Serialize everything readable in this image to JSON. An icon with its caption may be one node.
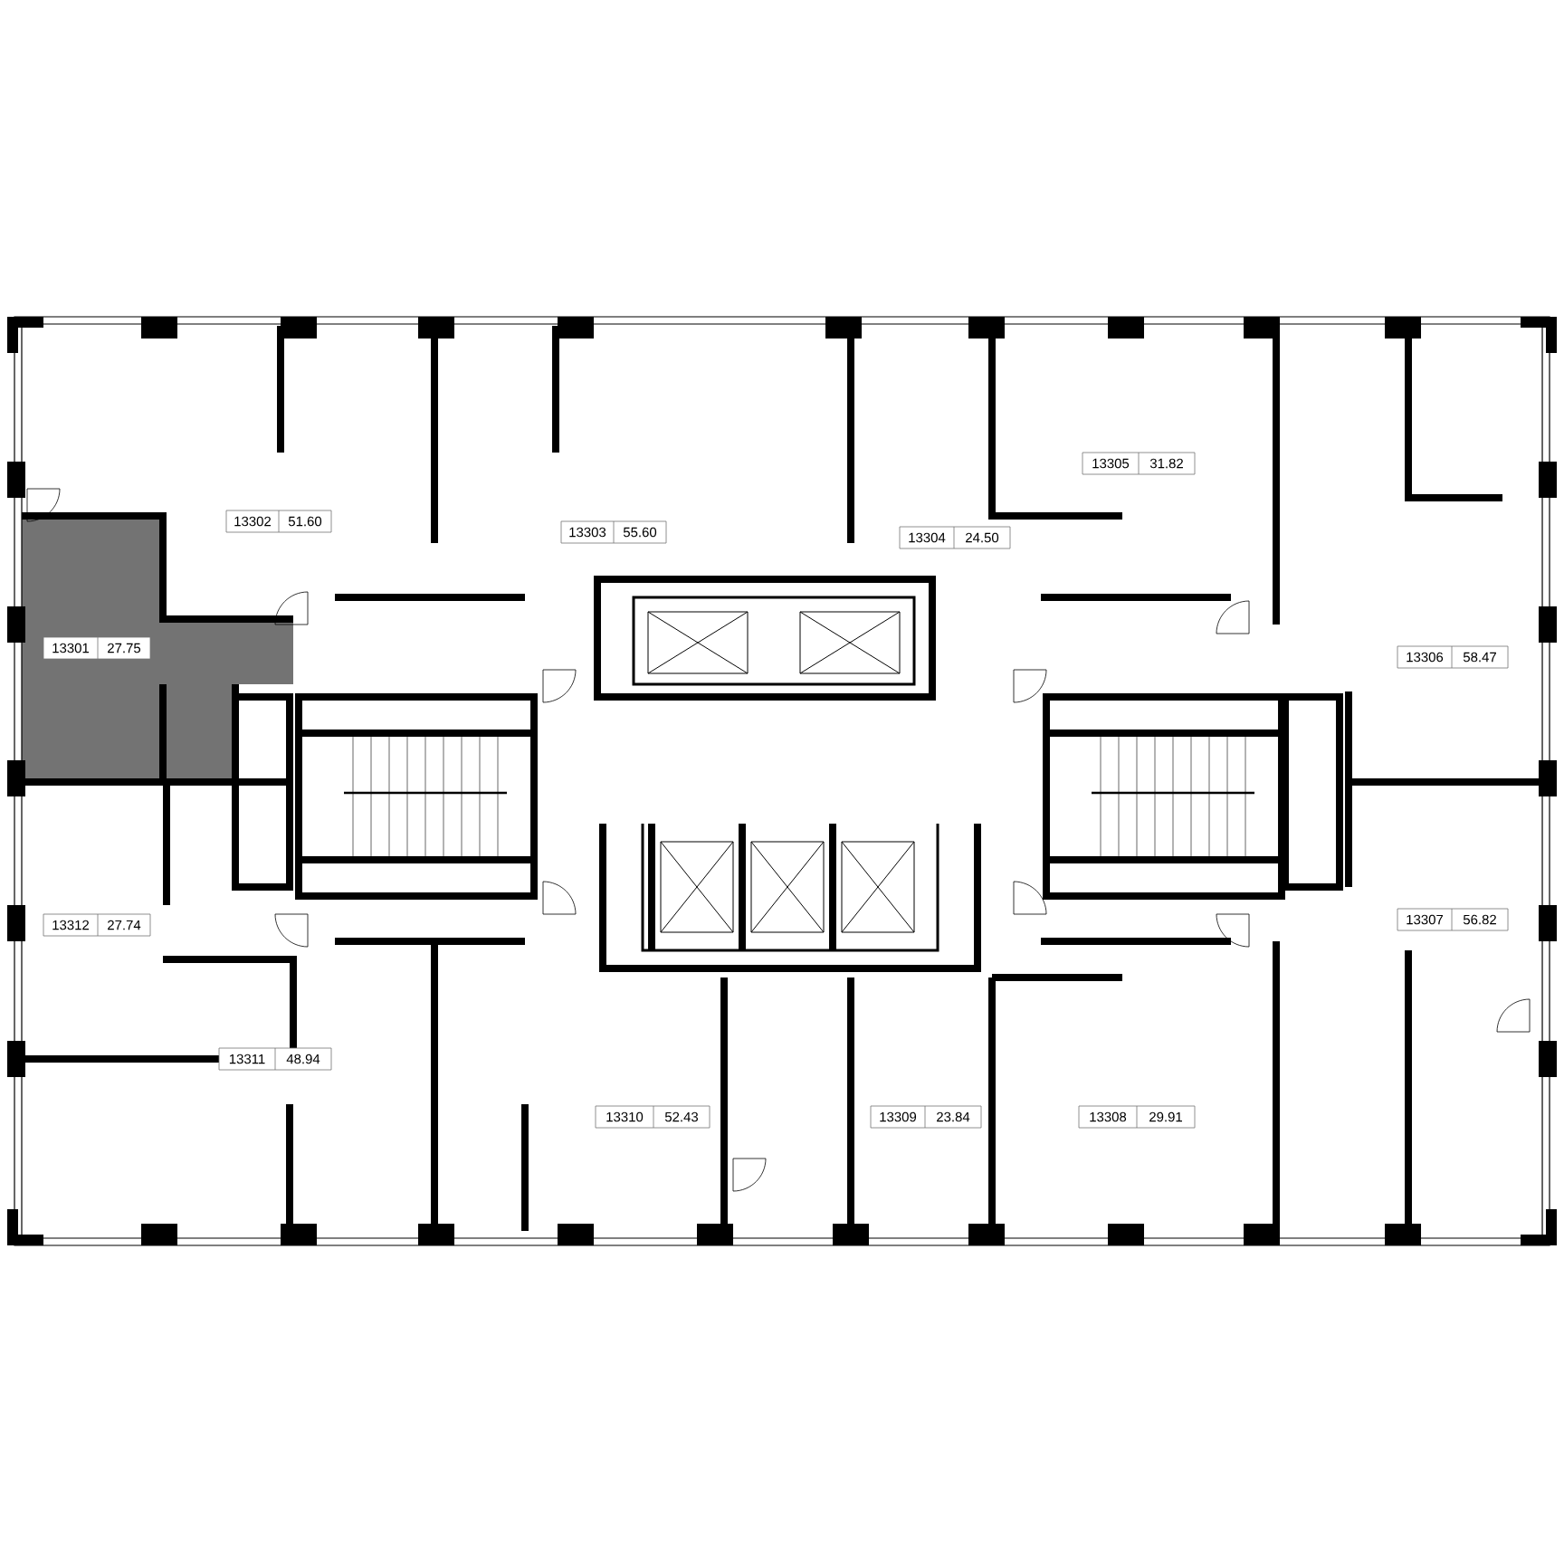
{
  "diagram": {
    "labels": [
      "13302",
      "51.60",
      "13303",
      "55.60",
      "13304",
      "24.50",
      "13305",
      "31.82",
      "13301",
      "27.75",
      "13306",
      "58.47",
      "13312",
      "27.74",
      "13307",
      "56.82",
      "13311",
      "48.94",
      "13310",
      "52.43",
      "13309",
      "23.84",
      "13308",
      "29.91"
    ]
  }
}
